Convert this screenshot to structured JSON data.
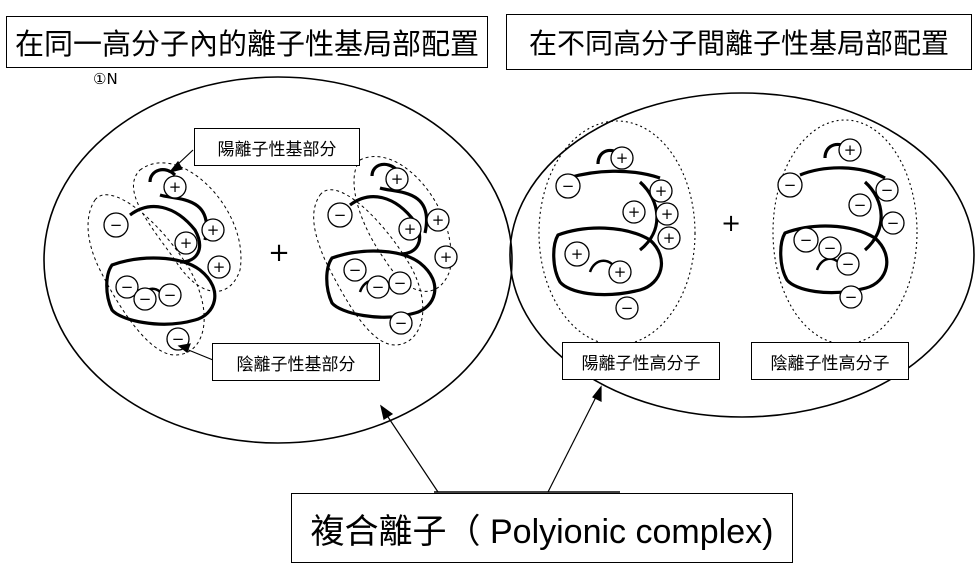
{
  "titles": {
    "intra": "在同一高分子內的離子性基局部配置",
    "inter": "在不同高分子間離子性基局部配置"
  },
  "labels": {
    "cationic_segment": "陽離子性基部分",
    "anionic_segment": "陰離子性基部分",
    "cationic_polymer": "陽離子性高分子",
    "anionic_polymer": "陰離子性高分子",
    "complex_cjk": "複合離子",
    "complex_latin": "（ Polyionic complex)",
    "stray_mark": "①N"
  },
  "symbols": {
    "plus": "+",
    "minus": "−",
    "cation": "+",
    "anion": "−"
  }
}
